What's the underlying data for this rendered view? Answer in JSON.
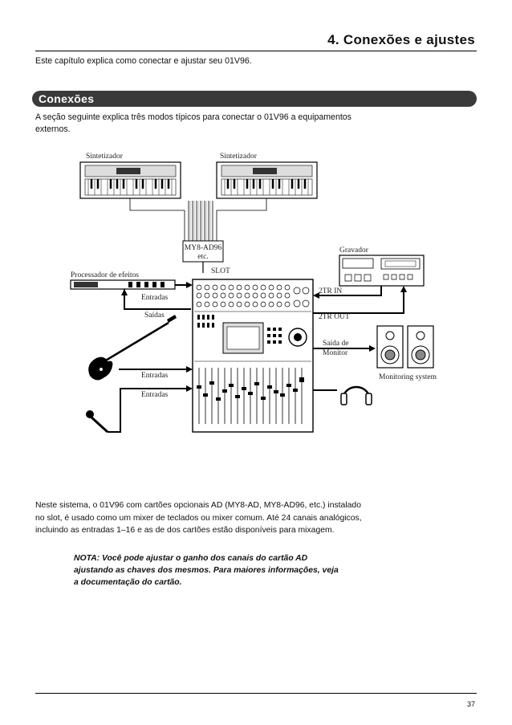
{
  "header": {
    "chapter_title": "4. Conexões e ajustes"
  },
  "intro": "Este capítulo explica como conectar e ajustar seu 01V96.",
  "section": {
    "title": "Conexões"
  },
  "lead": "A seção seguinte explica três modos típicos para conectar o 01V96 a equipamentos externos.",
  "diagram": {
    "synth_left": "Sintetizador",
    "synth_right": "Sintetizador",
    "card_line1": "MY8-AD96",
    "card_line2": "etc.",
    "slot": "SLOT",
    "recorder": "Gravador",
    "effects": "Processador de efeitos",
    "inputs1": "Entradas",
    "outputs": "Saídas",
    "inputs2": "Entradas",
    "inputs3": "Entradas",
    "tr_in": "2TR IN",
    "tr_out": "2TR OUT",
    "monitor_out_line1": "Saída de",
    "monitor_out_line2": "Monitor",
    "monitoring_system": "Monitoring system"
  },
  "body_paragraph": "Neste sistema, o 01V96 com cartões opcionais AD (MY8-AD, MY8-AD96, etc.) instalado no slot, é usado como um mixer de teclados ou mixer comum. Até 24 canais analógicos, incluindo as entradas 1–16 e as de dos cartões estão disponíveis para mixagem.",
  "note": "NOTA: Você pode ajustar o ganho dos canais do cartão AD ajustando as chaves dos mesmos. Para maiores informações, veja a documentação do cartão.",
  "footer": {
    "page_number": "37"
  }
}
